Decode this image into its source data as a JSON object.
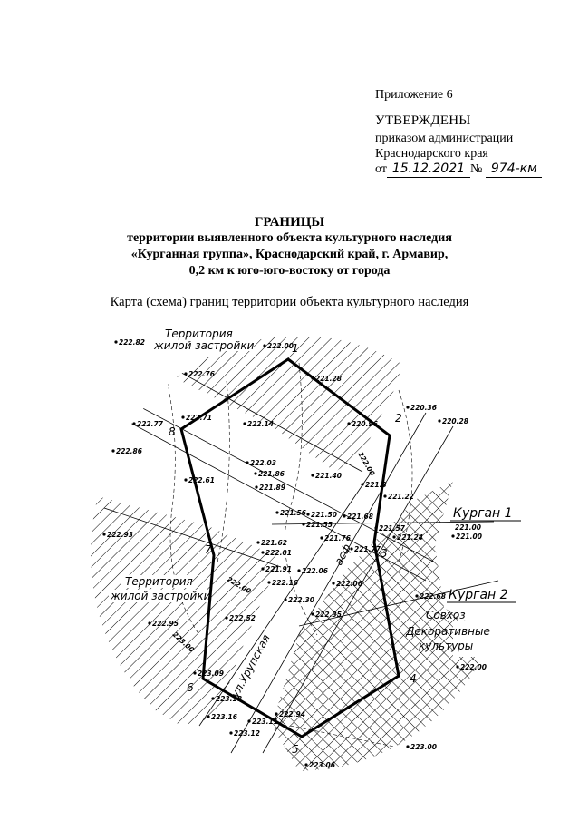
{
  "approval": {
    "appendix": "Приложение 6",
    "heading": "УТВЕРЖДЕНЫ",
    "line1": "приказом администрации",
    "line2": "Краснодарского края",
    "date_prefix": "от",
    "date": "15.12.2021",
    "number_prefix": "№",
    "number": "974-км"
  },
  "title": {
    "main": "ГРАНИЦЫ",
    "line1": "территории выявленного объекта культурного наследия",
    "line2": "«Курганная группа», Краснодарский край, г. Армавир,",
    "line3": "0,2 км к юго-юго-востоку от города"
  },
  "subtitle": "Карта (схема) границ территории объекта культурного наследия",
  "map": {
    "zone_residential": [
      "Территория",
      "жилой застройки"
    ],
    "zone_residential_2": [
      "Территория",
      "жилой застройки"
    ],
    "kurgan_1": "Курган 1",
    "kurgan_2": "Курган 2",
    "sovkhoz": [
      "Совхоз",
      "Декоративные",
      "культуры"
    ],
    "street": "ул.Урупская",
    "asphalt": "асф",
    "vertices": [
      "1",
      "2",
      "3",
      "4",
      "5",
      "6",
      "7",
      "8"
    ],
    "contours": [
      "222.00",
      "221.00",
      "222.00",
      "223.00"
    ],
    "elevations": [
      "222.82",
      "222.00",
      "222.76",
      "221.28",
      "222.77",
      "222.71",
      "222.14",
      "220.96",
      "220.36",
      "220.28",
      "222.86",
      "222.03",
      "221.86",
      "221.89",
      "221.40",
      "222.61",
      "221.3",
      "221.22",
      "221.50",
      "221.55",
      "221.56",
      "221.68",
      "221.57",
      "221.00",
      "221.24",
      "221.76",
      "222.93",
      "221.62",
      "222.01",
      "221.77",
      "222.06",
      "222.16",
      "221.91",
      "222.06",
      "222.30",
      "222.68",
      "222.52",
      "222.35",
      "222.95",
      "223.09",
      "223.18",
      "223.16",
      "223.11",
      "223.12",
      "222.94",
      "223.06",
      "223.00",
      "222.00"
    ]
  },
  "colors": {
    "ink": "#000000",
    "paper": "#ffffff"
  }
}
